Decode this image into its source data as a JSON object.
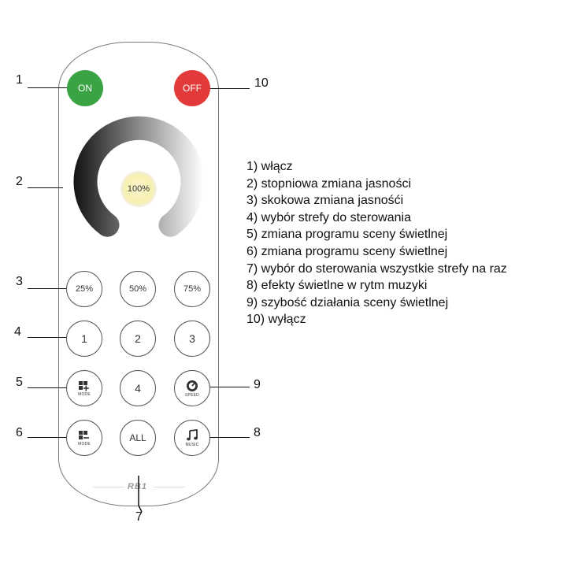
{
  "remote": {
    "on_label": "ON",
    "off_label": "OFF",
    "brightness_center": "100%",
    "presets": [
      "25%",
      "50%",
      "75%"
    ],
    "zones_row1": [
      "1",
      "2",
      "3"
    ],
    "zone4": "4",
    "all_label": "ALL",
    "mode_caption": "MODE",
    "speed_caption": "SPEED",
    "music_caption": "MUSIC",
    "model": "RB1"
  },
  "callouts": {
    "n1": "1",
    "n2": "2",
    "n3": "3",
    "n4": "4",
    "n5": "5",
    "n6": "6",
    "n7": "7",
    "n8": "8",
    "n9": "9",
    "n10": "10"
  },
  "legend": [
    "1) włącz",
    "2) stopniowa zmiana jasności",
    "3) skokowa zmiana jasnośći",
    "4) wybór strefy do sterowania",
    "5) zmiana programu sceny świetlnej",
    "6) zmiana programu sceny świetlnej",
    "7) wybór do sterowania wszystkie strefy na raz",
    "8) efekty świetlne w rytm muzyki",
    "9) szybość działania sceny świetlnej",
    "10) wyłącz"
  ],
  "colors": {
    "on": "#3aa445",
    "off": "#e23a3a",
    "ring_dark": "#1e1e1e",
    "ring_light": "#ffffff"
  }
}
